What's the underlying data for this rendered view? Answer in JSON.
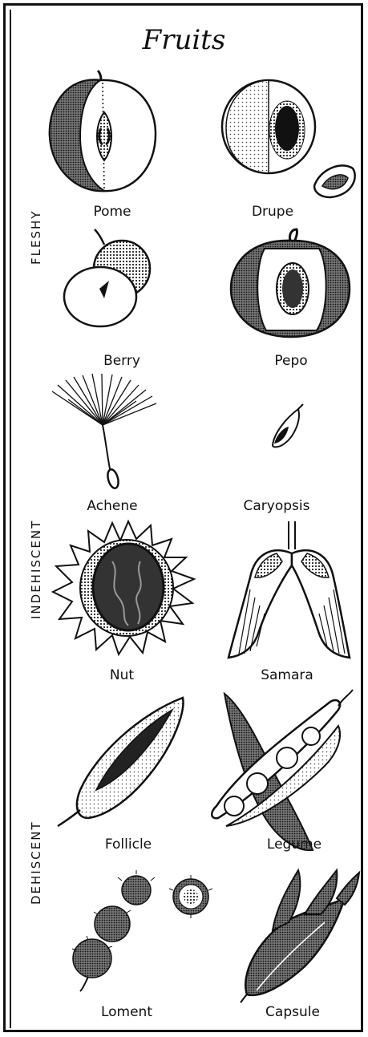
{
  "title": "Fruits",
  "categories": {
    "fleshy": "FLESHY",
    "indehiscent": "INDEHISCENT",
    "dehiscent": "DEHISCENT"
  },
  "fruits": {
    "pome": "Pome",
    "drupe": "Drupe",
    "berry": "Berry",
    "pepo": "Pepo",
    "achene": "Achene",
    "caryopsis": "Caryopsis",
    "nut": "Nut",
    "samara": "Samara",
    "follicle": "Follicle",
    "legume": "Legume",
    "loment": "Loment",
    "capsule": "Capsule"
  }
}
